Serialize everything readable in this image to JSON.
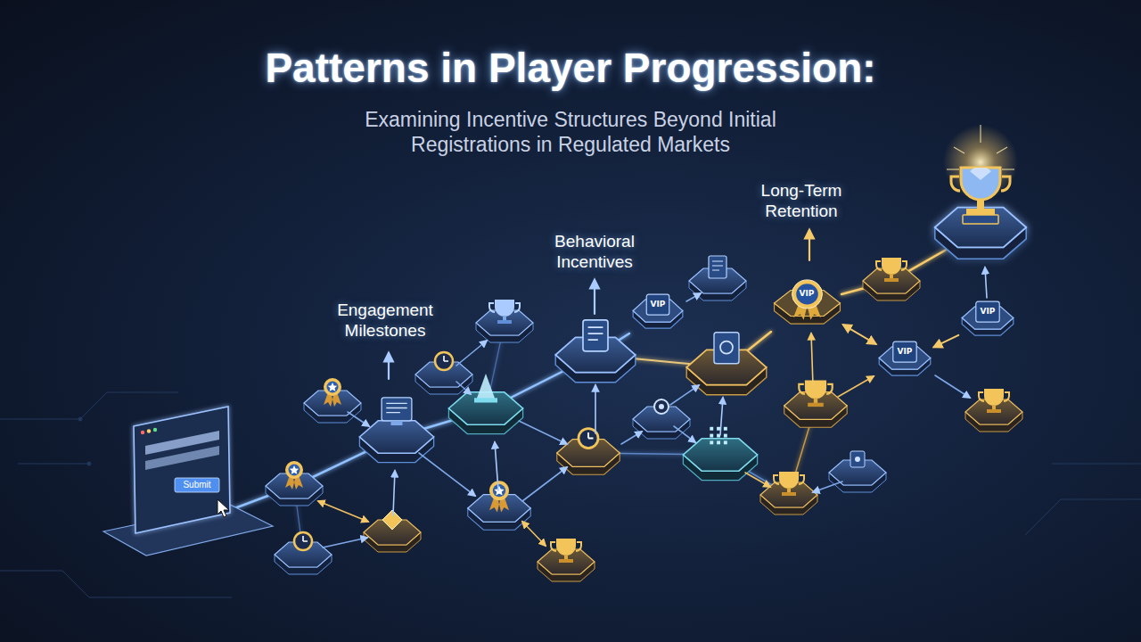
{
  "diagram": {
    "title": "Patterns in Player Progression:",
    "nodes": [
      {
        "text": [
          "VIP"
        ]
      },
      {
        "text": [
          "VIP"
        ]
      },
      {
        "text": [
          "VIP"
        ]
      },
      {
        "text": [
          "VIP"
        ]
      }
    ],
    "edges": [
      {
        "from": 1,
        "to": 2,
        "arrow": "both"
      },
      {
        "from": 3,
        "to": 2,
        "arrow": "to"
      }
    ],
    "labels": [
      "Examining Incentive Structures Beyond Initial Registrations in Regulated Markets",
      "Engagement Milestones",
      "Behavioral Incentives",
      "Long-Term Retention",
      "Submit"
    ]
  }
}
